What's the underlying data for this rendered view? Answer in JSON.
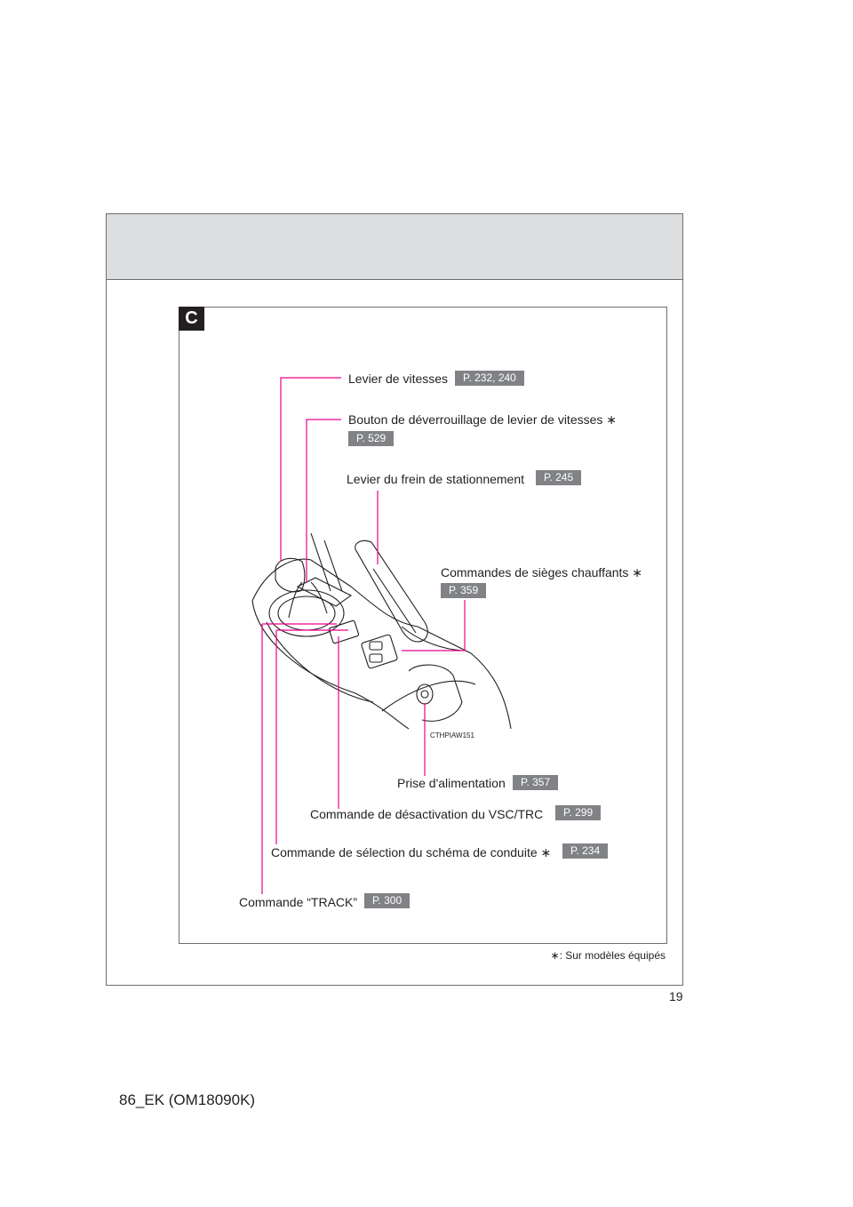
{
  "section_letter": "C",
  "callouts": {
    "shift_lever": {
      "label": "Levier de vitesses",
      "ref": "P. 232, 240"
    },
    "shift_release": {
      "label": "Bouton de déverrouillage de levier de vitesses ∗",
      "ref": "P. 529"
    },
    "parking_brake": {
      "label": "Levier du frein de stationnement",
      "ref": "P. 245"
    },
    "seat_heaters": {
      "label": "Commandes de sièges chauffants ∗",
      "ref": "P. 359"
    },
    "power_outlet": {
      "label": "Prise d'alimentation",
      "ref": "P. 357"
    },
    "vsc_off": {
      "label": "Commande de désactivation du VSC/TRC",
      "ref": "P. 299"
    },
    "drive_mode": {
      "label": "Commande de sélection du schéma de conduite ∗",
      "ref": "P. 234"
    },
    "track": {
      "label": "Commande “TRACK”",
      "ref": "P. 300"
    }
  },
  "image_code": "CTHPIAW151",
  "footnote": "∗: Sur modèles équipés",
  "page_number": "19",
  "document_code": "86_EK (OM18090K)",
  "colors": {
    "leader_line": "#ec008c",
    "ref_badge": "#808285",
    "header_band": "#dcdedf"
  }
}
